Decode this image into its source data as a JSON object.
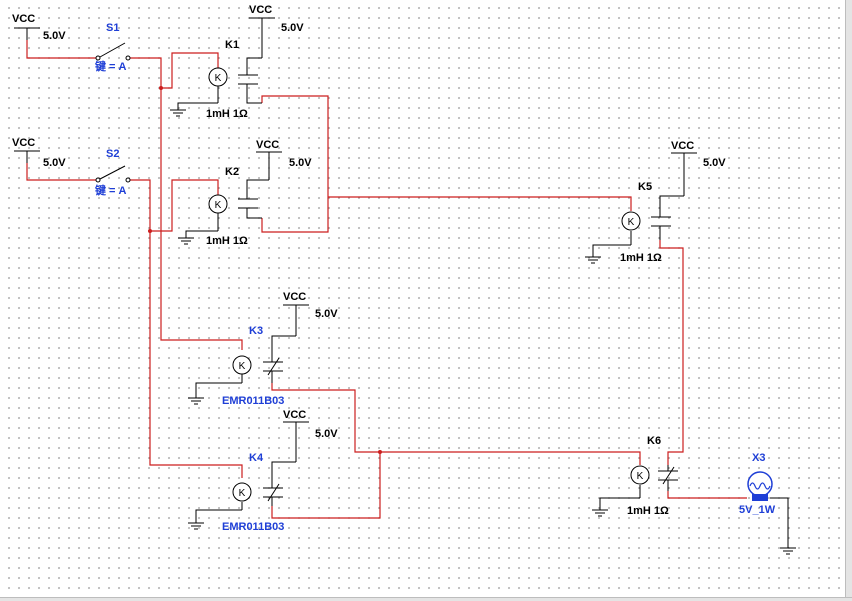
{
  "vcc_label": "VCC",
  "voltage": "5.0V",
  "coil_letter": "K",
  "switches": [
    {
      "name": "S1",
      "key": "键 = A"
    },
    {
      "name": "S2",
      "key": "键 = A"
    }
  ],
  "relays": [
    {
      "name": "K1",
      "value": "1mH 1Ω"
    },
    {
      "name": "K2",
      "value": "1mH 1Ω"
    },
    {
      "name": "K3",
      "value": "EMR011B03"
    },
    {
      "name": "K4",
      "value": "EMR011B03"
    },
    {
      "name": "K5",
      "value": "1mH 1Ω"
    },
    {
      "name": "K6",
      "value": "1mH 1Ω"
    }
  ],
  "lamp": {
    "name": "X3",
    "value": "5V_1W"
  },
  "colors": {
    "wire": "#cc1f1f",
    "component": "#000000",
    "label_blue": "#1f3fd6",
    "lamp_base": "#1f3fd6"
  }
}
